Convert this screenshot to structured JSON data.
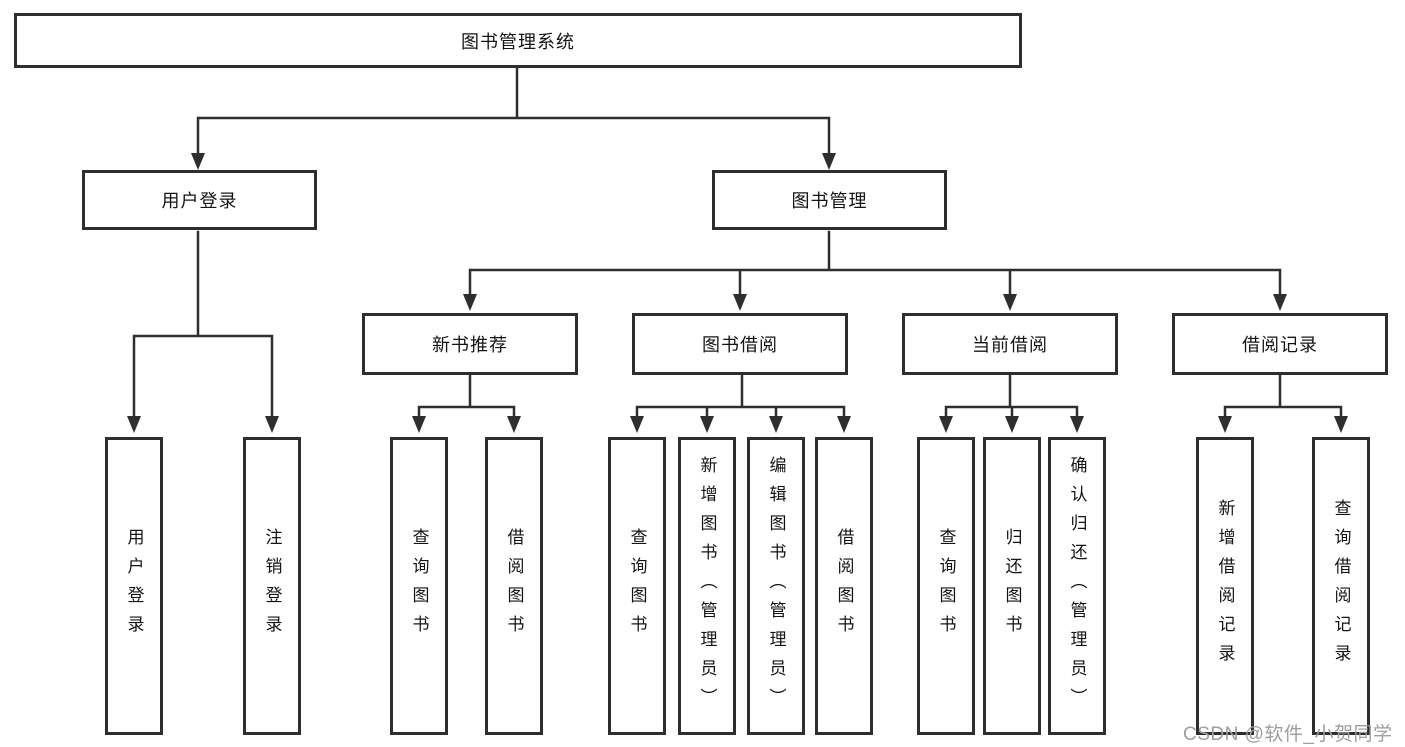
{
  "diagram": {
    "root": {
      "label": "图书管理系统"
    },
    "branches": [
      {
        "label": "用户登录",
        "children": [
          {
            "label": "用户登录"
          },
          {
            "label": "注销登录"
          }
        ]
      },
      {
        "label": "图书管理",
        "children": [
          {
            "label": "新书推荐",
            "children": [
              {
                "label": "查询图书"
              },
              {
                "label": "借阅图书"
              }
            ]
          },
          {
            "label": "图书借阅",
            "children": [
              {
                "label": "查询图书"
              },
              {
                "label": "新增图书（管理员）"
              },
              {
                "label": "编辑图书（管理员）"
              },
              {
                "label": "借阅图书"
              }
            ]
          },
          {
            "label": "当前借阅",
            "children": [
              {
                "label": "查询图书"
              },
              {
                "label": "归还图书"
              },
              {
                "label": "确认归还（管理员）"
              }
            ]
          },
          {
            "label": "借阅记录",
            "children": [
              {
                "label": "新增借阅记录"
              },
              {
                "label": "查询借阅记录"
              }
            ]
          }
        ]
      }
    ]
  },
  "watermark": {
    "text": "CSDN @软件_小贺同学"
  },
  "colors": {
    "line": "#2e2e2e",
    "box_border": "#2e2e2e",
    "box_fill": "#ffffff",
    "text": "#141414",
    "background": "#ffffff",
    "watermark": "#9e9e9e"
  }
}
